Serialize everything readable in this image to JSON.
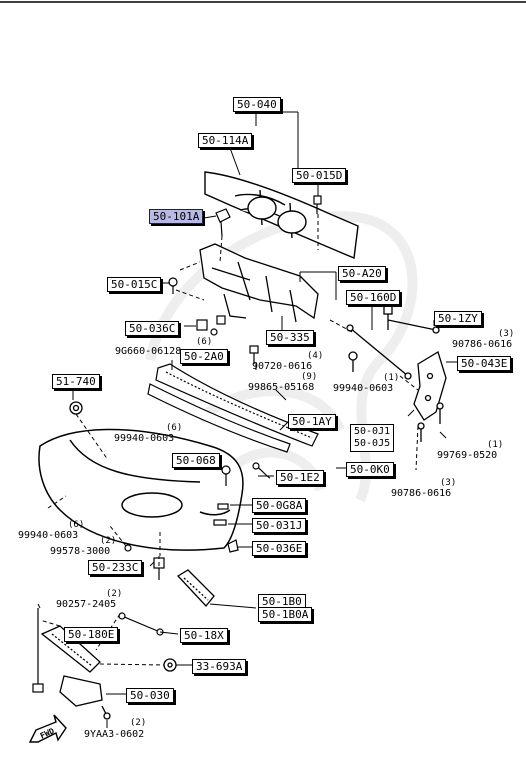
{
  "ref_labels": [
    {
      "text": "50-040"
    },
    {
      "text": "50-114A"
    },
    {
      "text": "50-015D"
    },
    {
      "text": "50-101A",
      "highlight": true
    },
    {
      "text": "50-A20"
    },
    {
      "text": "50-015C"
    },
    {
      "text": "50-160D"
    },
    {
      "text": "50-1ZY"
    },
    {
      "text": "50-036C"
    },
    {
      "text": "50-335"
    },
    {
      "text": "50-2A0"
    },
    {
      "text": "50-043E"
    },
    {
      "text": "51-740"
    },
    {
      "text": "50-1AY"
    },
    {
      "text": "50-068"
    },
    {
      "text": "50-1E2"
    },
    {
      "text": "50-0K0"
    },
    {
      "text": "50-0G8A"
    },
    {
      "text": "50-031J"
    },
    {
      "text": "50-036E"
    },
    {
      "text": "50-233C"
    },
    {
      "text": "50-1B0"
    },
    {
      "text": "50-1B0A"
    },
    {
      "text": "50-180E"
    },
    {
      "text": "50-18X"
    },
    {
      "text": "33-693A"
    },
    {
      "text": "50-030"
    }
  ],
  "group_box": {
    "line1": "50-0J1",
    "line2": "50-0J5"
  },
  "part_numbers": [
    {
      "text": "90786-0616",
      "qty": "(3)"
    },
    {
      "text": "9G660-06128",
      "qty": "(6)"
    },
    {
      "text": "90720-0616",
      "qty": "(4)"
    },
    {
      "text": "99865-05168",
      "qty": "(9)"
    },
    {
      "text": "99940-0603",
      "qty": "(1)"
    },
    {
      "text": "99940-0603",
      "qty": "(6)"
    },
    {
      "text": "99769-0520",
      "qty": "(1)"
    },
    {
      "text": "90786-0616",
      "qty": "(3)"
    },
    {
      "text": "99940-0603",
      "qty": "(6)"
    },
    {
      "text": "99578-3000",
      "qty": "(2)"
    },
    {
      "text": "90257-2405",
      "qty": "(2)"
    },
    {
      "text": "9YAA3-0602",
      "qty": "(2)"
    }
  ],
  "fwd_label": "FWD"
}
